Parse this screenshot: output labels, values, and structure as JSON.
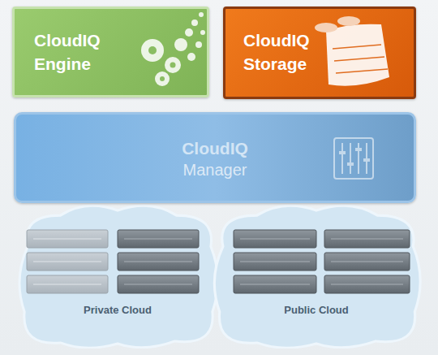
{
  "diagram": {
    "nodes": [
      {
        "text": [
          "CloudIQ Engine"
        ]
      },
      {
        "text": [
          "CloudIQ Storage"
        ]
      },
      {
        "text": [
          "CloudIQ",
          "Manager"
        ]
      },
      {
        "text": [
          "Private Cloud"
        ]
      },
      {
        "text": [
          "Public Cloud"
        ]
      }
    ]
  }
}
